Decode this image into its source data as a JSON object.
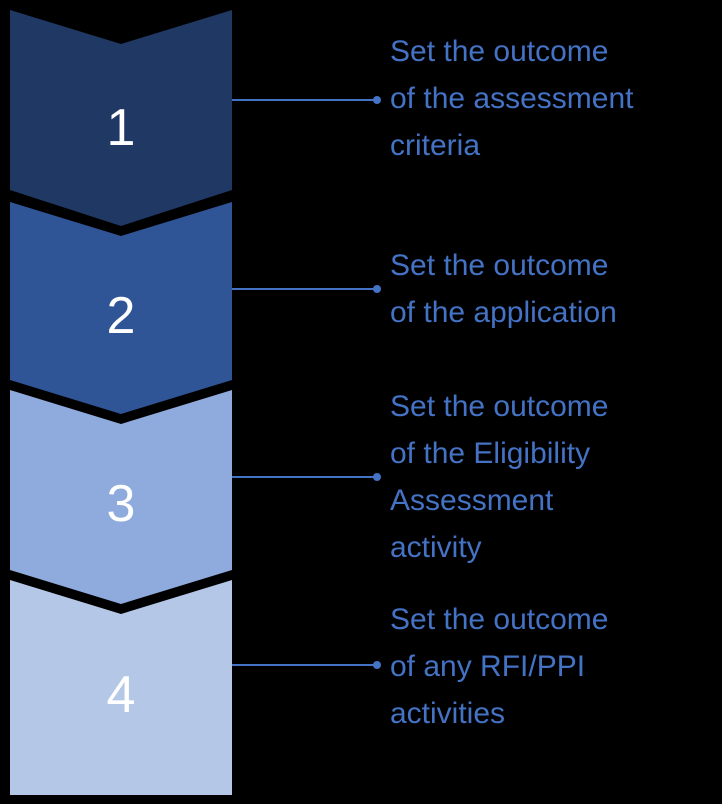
{
  "steps": [
    {
      "number": "1",
      "label_lines": [
        "Set the outcome",
        "of the assessment",
        "criteria"
      ],
      "fill": "#203864",
      "number_color": "#ffffff"
    },
    {
      "number": "2",
      "label_lines": [
        "Set the outcome",
        "of the application"
      ],
      "fill": "#2F5597",
      "number_color": "#ffffff"
    },
    {
      "number": "3",
      "label_lines": [
        "Set the outcome",
        "of the Eligibility",
        "Assessment",
        "activity"
      ],
      "fill": "#8FAADC",
      "number_color": "#ffffff"
    },
    {
      "number": "4",
      "label_lines": [
        "Set the outcome",
        "of any RFI/PPI",
        "activities"
      ],
      "fill": "#B4C7E7",
      "number_color": "#ffffff"
    }
  ],
  "colors": {
    "background": "#000000",
    "connector": "#4472C4",
    "label_text": "#4472C4"
  }
}
